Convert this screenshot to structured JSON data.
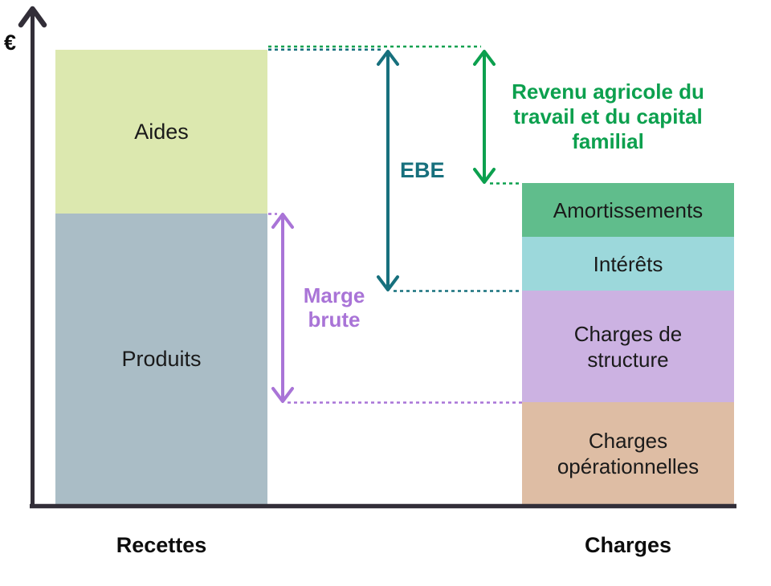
{
  "axis": {
    "unit": "€"
  },
  "bars": {
    "recettes": {
      "label": "Recettes",
      "segments": {
        "aides": "Aides",
        "produits": "Produits"
      }
    },
    "charges": {
      "label": "Charges",
      "segments": {
        "amortissements": "Amortissements",
        "interets": "Intérêts",
        "structure": "Charges de structure",
        "operationnelles": "Charges opérationnelles"
      }
    }
  },
  "annotations": {
    "ebe": "EBE",
    "revenu_agricole": "Revenu agricole du travail et du capital familial",
    "marge_brute": "Marge brute"
  },
  "colors": {
    "aides": "#dce8af",
    "produits": "#aabdc6",
    "amortissements": "#60bd8c",
    "interets": "#9cd8db",
    "structure": "#ccb2e2",
    "operationnelles": "#debda4",
    "green": "#0ca04e",
    "teal": "#17707d",
    "purple": "#a974d7",
    "axis": "#322e38",
    "text": "#1a1a1a"
  },
  "chart_data": {
    "type": "bar",
    "subtype": "stacked-conceptual",
    "title": "",
    "ylabel": "€",
    "categories": [
      "Recettes",
      "Charges"
    ],
    "y_axis_ticks": "none (no numeric scale shown)",
    "value_unit": "relative units, Recettes total = 100 (estimated from pixel heights)",
    "series": [
      {
        "name": "Produits",
        "category": "Recettes",
        "stack_order": 1,
        "value": 64,
        "color": "#aabdc6"
      },
      {
        "name": "Aides",
        "category": "Recettes",
        "stack_order": 2,
        "value": 36,
        "color": "#dce8af"
      },
      {
        "name": "Charges opérationnelles",
        "category": "Charges",
        "stack_order": 1,
        "value": 22.5,
        "color": "#debda4"
      },
      {
        "name": "Charges de structure",
        "category": "Charges",
        "stack_order": 2,
        "value": 24.5,
        "color": "#ccb2e2"
      },
      {
        "name": "Intérêts",
        "category": "Charges",
        "stack_order": 3,
        "value": 12,
        "color": "#9cd8db"
      },
      {
        "name": "Amortissements",
        "category": "Charges",
        "stack_order": 4,
        "value": 12,
        "color": "#60bd8c"
      }
    ],
    "derived_spans": [
      {
        "label": "Marge brute",
        "value": 41.5,
        "from": "top of Charges opérationnelles",
        "to": "top of Produits",
        "color": "#a974d7"
      },
      {
        "label": "EBE",
        "value": 53,
        "from": "top of Charges de structure",
        "to": "top of Recettes bar",
        "color": "#17707d"
      },
      {
        "label": "Revenu agricole du travail et du capital familial",
        "value": 29.5,
        "from": "top of Charges bar",
        "to": "top of Recettes bar",
        "color": "#0ca04e"
      }
    ],
    "legend": "none",
    "grid": false
  }
}
